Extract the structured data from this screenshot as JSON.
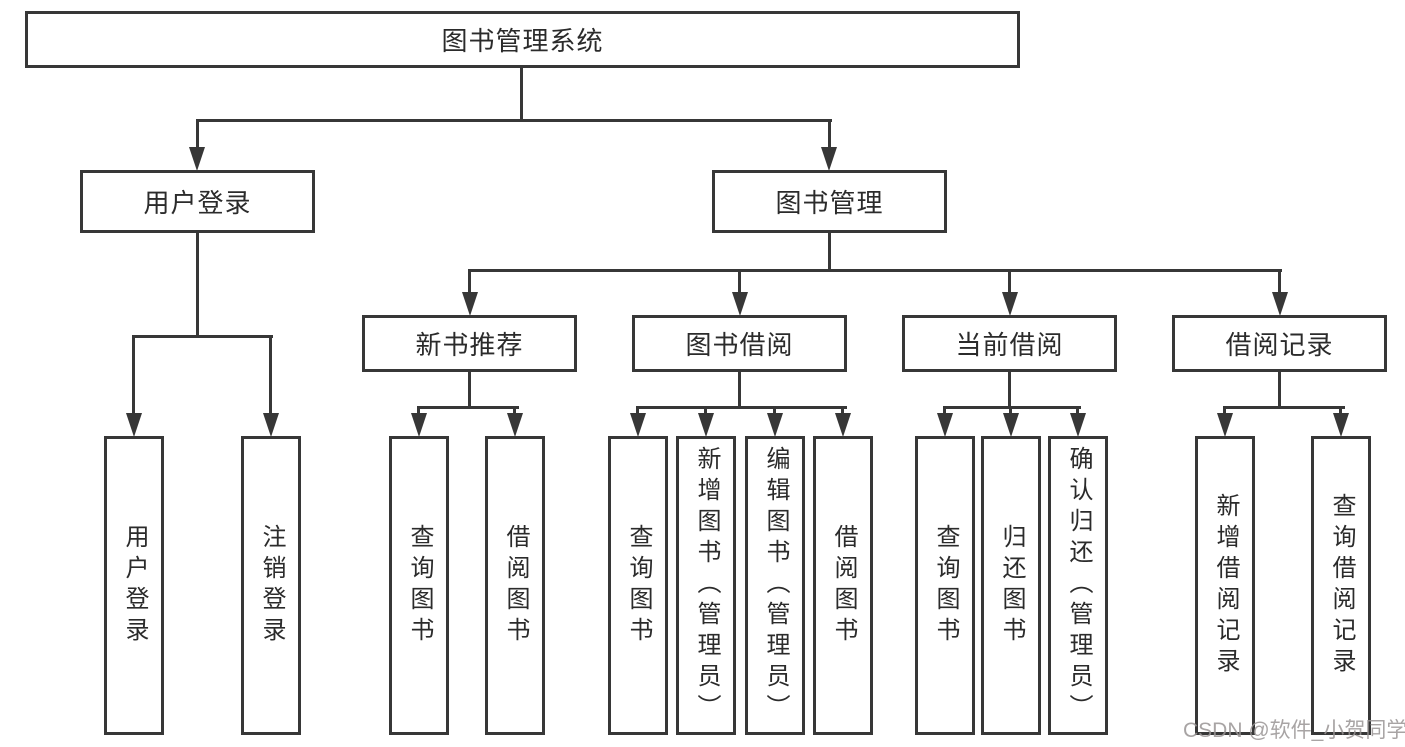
{
  "diagram": {
    "root": {
      "label": "图书管理系统"
    },
    "level2": [
      {
        "label": "用户登录"
      },
      {
        "label": "图书管理"
      }
    ],
    "level3": [
      {
        "label": "新书推荐"
      },
      {
        "label": "图书借阅"
      },
      {
        "label": "当前借阅"
      },
      {
        "label": "借阅记录"
      }
    ],
    "level4": {
      "user_login": [
        {
          "label": "用户登录"
        },
        {
          "label": "注销登录"
        }
      ],
      "new_books": [
        {
          "label": "查询图书"
        },
        {
          "label": "借阅图书"
        }
      ],
      "borrowing": [
        {
          "label": "查询图书"
        },
        {
          "label": "新增图书（管理员）"
        },
        {
          "label": "编辑图书（管理员）"
        },
        {
          "label": "借阅图书"
        }
      ],
      "current": [
        {
          "label": "查询图书"
        },
        {
          "label": "归还图书"
        },
        {
          "label": "确认归还（管理员）"
        }
      ],
      "records": [
        {
          "label": "新增借阅记录"
        },
        {
          "label": "查询借阅记录"
        }
      ]
    },
    "watermark": "CSDN @软件_小贺同学",
    "colors": {
      "line": "#373737",
      "text": "#2b2b2b",
      "watermark": "#999494",
      "background": "#ffffff"
    }
  }
}
